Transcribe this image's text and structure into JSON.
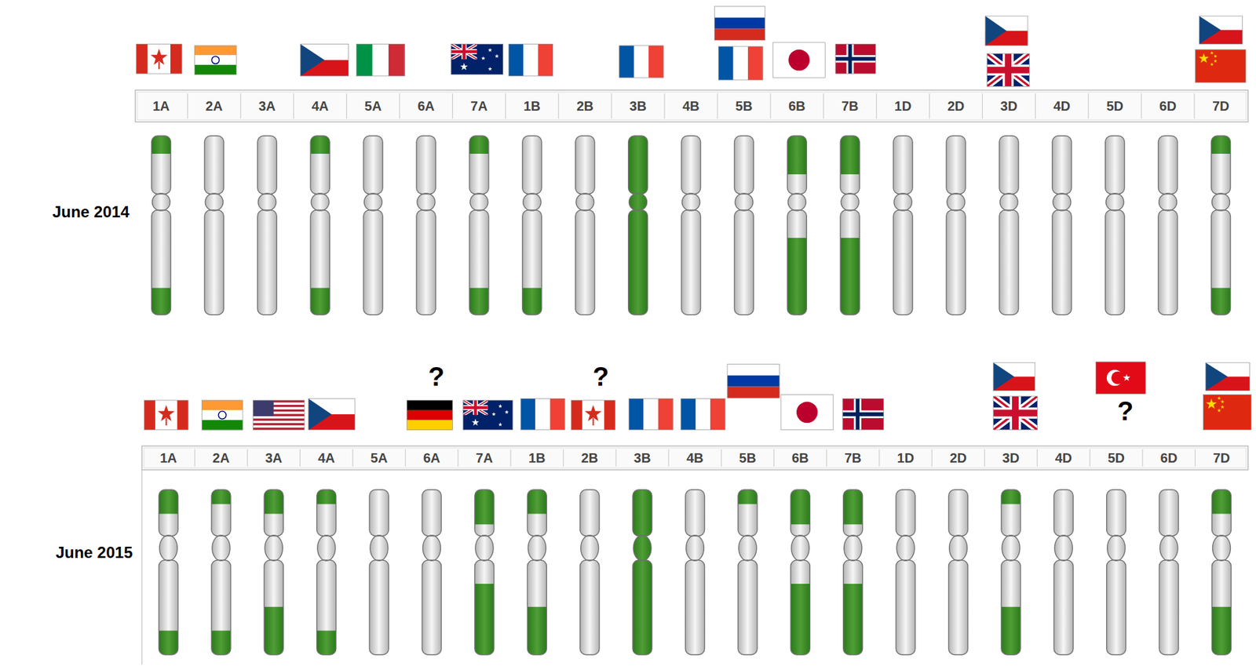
{
  "diagram": {
    "labels": [
      "1A",
      "2A",
      "3A",
      "4A",
      "5A",
      "6A",
      "7A",
      "1B",
      "2B",
      "3B",
      "4B",
      "5B",
      "6B",
      "7B",
      "1D",
      "2D",
      "3D",
      "4D",
      "5D",
      "6D",
      "7D",
      "June 2014",
      "?",
      "?",
      "?",
      "1A",
      "2A",
      "3A",
      "4A",
      "5A",
      "6A",
      "7A",
      "1B",
      "2B",
      "3B",
      "4B",
      "5B",
      "6B",
      "7B",
      "1D",
      "2D",
      "3D",
      "4D",
      "5D",
      "6D",
      "7D",
      "June 2015"
    ]
  }
}
